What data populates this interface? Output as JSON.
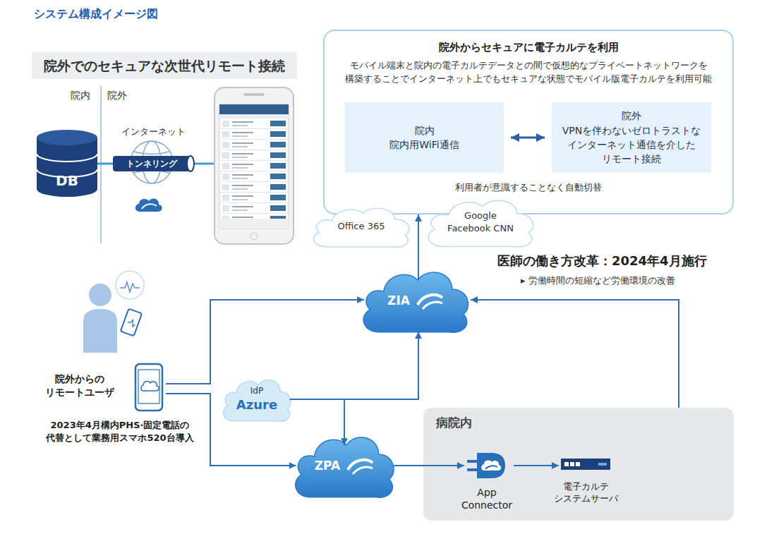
{
  "diagram": {
    "title": "システム構成イメージ図",
    "nodes": [
      {
        "text": [
          "院外でのセキュアな次世代リモート接続"
        ]
      },
      {
        "text": [
          "院外からセキュアに電子カルテを利用",
          "モバイル端末と院内の電子カルテデータとの間で仮想的なプライベートネットワークを 構築することでインターネット上でもセキュアな状態でモバイル版電子カルテを利用可能",
          "利用者が意識することなく自動切替"
        ]
      },
      {
        "text": [
          "院内",
          "院内用WiFi通信"
        ],
        "in": 1
      },
      {
        "text": [
          "院外",
          "VPNを伴わないゼロトラストな インターネット通信を介した リモート接続"
        ],
        "in": 1
      },
      {
        "text": [
          "Office 365"
        ]
      },
      {
        "text": [
          "Google Facebook CNN"
        ]
      },
      {
        "text": [
          "ZIA"
        ]
      },
      {
        "text": [
          "院外からの リモートユーザ",
          "2023年4月構内PHS·固定電話の 代替として業務用スマホ520台導入"
        ]
      },
      {
        "text": [
          "IdP",
          "Azure"
        ]
      },
      {
        "text": [
          "ZPA"
        ]
      },
      {
        "text": [
          "病院内"
        ]
      },
      {
        "text": [
          "App Connector"
        ],
        "in": 10
      },
      {
        "text": [
          "電子カルテ システムサーバ"
        ],
        "in": 10
      }
    ],
    "edges": [
      {
        "from": 2,
        "to": 3,
        "arrow": "both"
      },
      {
        "from": 6,
        "to": 1,
        "arrow": "to"
      },
      {
        "from": 7,
        "to": 6,
        "arrow": "to"
      },
      {
        "from": 7,
        "to": 9,
        "arrow": "to"
      },
      {
        "from": 8,
        "to": 6,
        "arrow": "to"
      },
      {
        "from": 8,
        "to": 9,
        "arrow": "to"
      },
      {
        "from": 9,
        "to": 11,
        "arrow": "to"
      },
      {
        "from": 11,
        "to": 12,
        "arrow": "to"
      }
    ],
    "labels": [
      "院内",
      "院外",
      "インターネット",
      "トンネリング",
      "DB",
      "医師の働き方改革：2024年4月施行",
      "▸ 労働時間の短縮など労働環境の改善"
    ]
  }
}
